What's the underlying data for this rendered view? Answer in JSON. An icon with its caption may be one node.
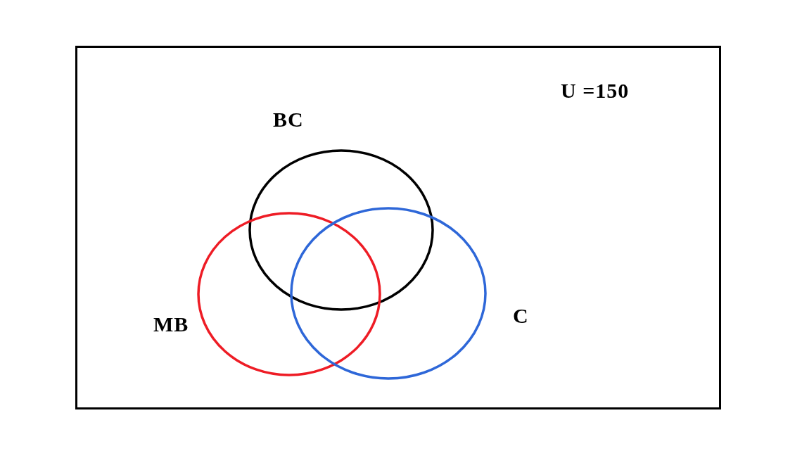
{
  "diagram": {
    "nodes": [
      {
        "text": [
          "U =150"
        ]
      },
      {
        "text": [
          "BC"
        ],
        "in": 0
      },
      {
        "text": [
          "MB"
        ],
        "in": 0
      },
      {
        "text": [
          "C"
        ],
        "in": 0
      }
    ]
  }
}
